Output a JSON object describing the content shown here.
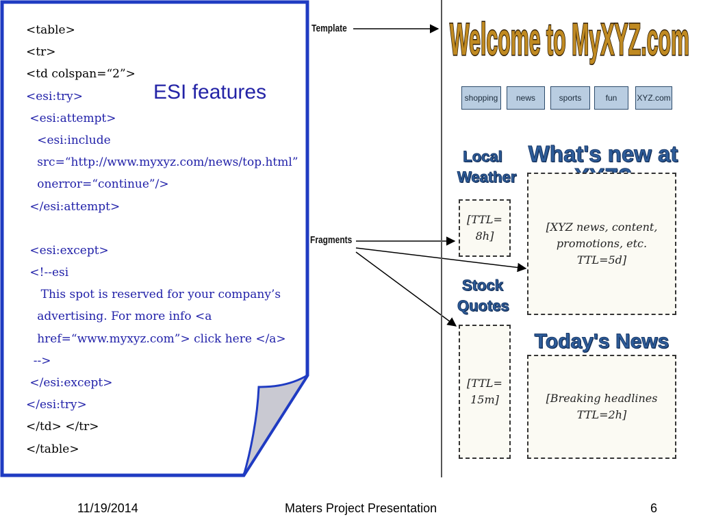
{
  "code_lines": [
    {
      "text": "<table>",
      "style": "plain"
    },
    {
      "text": "<tr>",
      "style": "plain"
    },
    {
      "text": "<td colspan=“2”>",
      "style": "plain"
    },
    {
      "text": "<esi:try>",
      "style": "esi"
    },
    {
      "text": " <esi:attempt>",
      "style": "esi"
    },
    {
      "text": "   <esi:include",
      "style": "esi"
    },
    {
      "text": "   src=“http://www.myxyz.com/news/top.html”",
      "style": "esi"
    },
    {
      "text": "   onerror=“continue”/>",
      "style": "esi"
    },
    {
      "text": " </esi:attempt>",
      "style": "esi"
    },
    {
      "text": "",
      "style": "esi"
    },
    {
      "text": " <esi:except>",
      "style": "esi"
    },
    {
      "text": " <!--esi",
      "style": "esi"
    },
    {
      "text": "    This spot is reserved for your company’s",
      "style": "esi"
    },
    {
      "text": "   advertising. For more info <a",
      "style": "esi"
    },
    {
      "text": "   href=“www.myxyz.com”> click here </a>",
      "style": "esi"
    },
    {
      "text": "  -->",
      "style": "esi"
    },
    {
      "text": " </esi:except>",
      "style": "esi"
    },
    {
      "text": "</esi:try>",
      "style": "esi"
    },
    {
      "text": "</td> </tr>",
      "style": "plain"
    },
    {
      "text": "</table>",
      "style": "plain"
    }
  ],
  "esi_features_label": "ESI features",
  "labels": {
    "template": "Template",
    "fragments": "Fragments"
  },
  "site": {
    "banner": "Welcome to MyXYZ.com",
    "nav": [
      "shopping",
      "news",
      "sports",
      "fun",
      "XYZ.com"
    ],
    "local_weather": "Local\nWeather",
    "stock_quotes": "Stock\nQuotes",
    "whats_new": "What's new at XYZ?",
    "todays_news": "Today's News",
    "frag_weather": "[TTL=\n8h]",
    "frag_stock": "[TTL=\n15m]",
    "frag_whats_new": "[XYZ news, content,\npromotions, etc.\nTTL=5d]",
    "frag_todays_news": "[Breaking headlines\nTTL=2h]"
  },
  "footer": {
    "date": "11/19/2014",
    "title": "Maters Project Presentation",
    "page": "6"
  },
  "colors": {
    "page_border": "#1f3bc2",
    "code_esi": "#1f1fa8",
    "fold": "#c9c9d2",
    "banner_fill": "#c08a22",
    "heading_blue": "#2e5d9a",
    "nav_fill": "#b9cde1"
  }
}
